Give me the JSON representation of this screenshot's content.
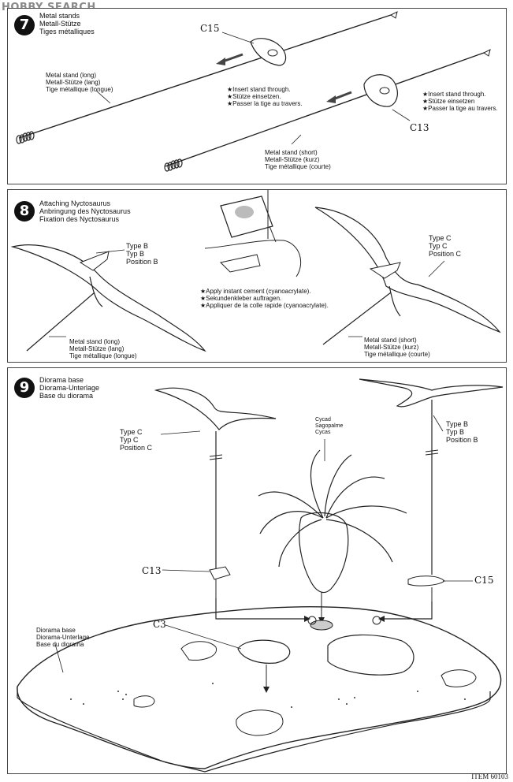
{
  "logo": "HOBBY SEARCH",
  "step7": {
    "number": "7",
    "title": [
      "Metal stands",
      "Metall-Stütze",
      "Tiges métalliques"
    ],
    "long_stand": [
      "Metal stand (long)",
      "Metall-Stütze (lang)",
      "Tige métallique (longue)"
    ],
    "short_stand": [
      "Metal stand (short)",
      "Metall-Stütze (kurz)",
      "Tige métallique (courte)"
    ],
    "insert_note": [
      "★Insert stand through.",
      "★Stütze einsetzen.",
      "★Passer la tige au travers."
    ],
    "insert_note2": [
      "★Insert stand through.",
      "★Stütze einsetzen",
      "★Passer la tige au travers."
    ],
    "part_a": "C15",
    "part_b": "C13"
  },
  "step8": {
    "number": "8",
    "title": [
      "Attaching Nyctosaurus",
      "Anbringung des Nyctosaurus",
      "Fixation des Nyctosaurus"
    ],
    "type_b": [
      "Type B",
      "Typ B",
      "Position B"
    ],
    "type_c": [
      "Type C",
      "Typ C",
      "Position C"
    ],
    "long_stand": [
      "Metal stand (long)",
      "Metall-Stütze (lang)",
      "Tige métallique (longue)"
    ],
    "short_stand": [
      "Metal stand (short)",
      "Metall-Stütze (kurz)",
      "Tige métallique (courte)"
    ],
    "cement_note": [
      "★Apply instant cement (cyanoacrylate).",
      "★Sekundenkleber auftragen.",
      "★Appliquer de la colle rapide (cyanoacrylate)."
    ]
  },
  "step9": {
    "number": "9",
    "title": [
      "Diorama base",
      "Diorama-Unterlage",
      "Base du diorama"
    ],
    "type_c": [
      "Type C",
      "Typ C",
      "Position C"
    ],
    "type_b": [
      "Type B",
      "Typ B",
      "Position B"
    ],
    "cycad": [
      "Cycad",
      "Sagopalme",
      "Cycas"
    ],
    "base": [
      "Diorama base",
      "Diorama-Unterlage",
      "Base du diorama"
    ],
    "part_c13": "C13",
    "part_c15": "C15",
    "part_c3": "C3"
  },
  "item": "ITEM 60103"
}
